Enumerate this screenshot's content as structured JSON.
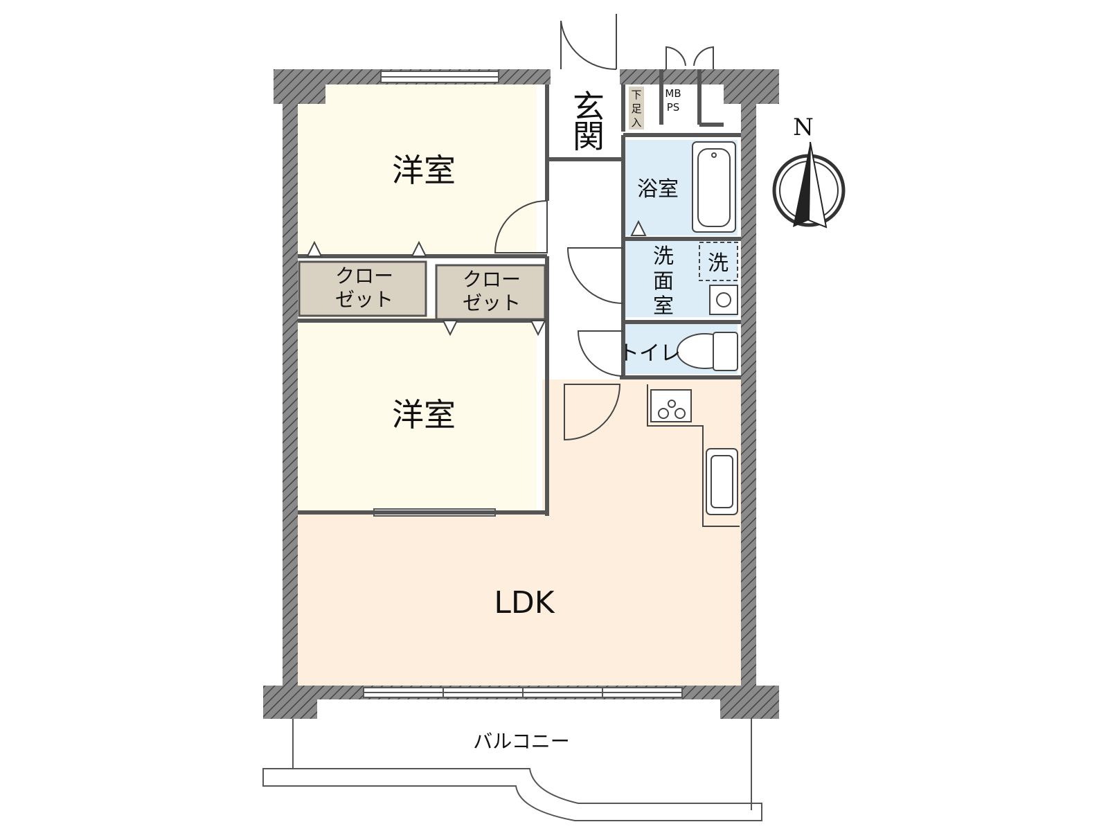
{
  "colors": {
    "wall": "#8a8a8a",
    "western_room": "#fefbea",
    "ldk": "#fdeedd",
    "closet": "#d9d1c1",
    "wet_area": "#dcedf8",
    "shoe_box": "#d9d1c1",
    "line": "#444444"
  },
  "rooms": {
    "western_room_1": "洋室",
    "western_room_2": "洋室",
    "ldk": "LDK",
    "closet_1_line1": "クロー",
    "closet_1_line2": "ゼット",
    "closet_2_line1": "クロー",
    "closet_2_line2": "ゼット",
    "entrance_line1": "玄",
    "entrance_line2": "関",
    "shoe_box_line1": "下",
    "shoe_box_line2": "足",
    "shoe_box_line3": "入",
    "bathroom": "浴室",
    "washroom_line1": "洗",
    "washroom_line2": "面",
    "washroom_line3": "室",
    "washing_machine": "洗",
    "toilet": "トイレ",
    "mb_line1": "MB",
    "mb_line2": "PS",
    "balcony": "バルコニー"
  },
  "compass": {
    "label": "N"
  }
}
